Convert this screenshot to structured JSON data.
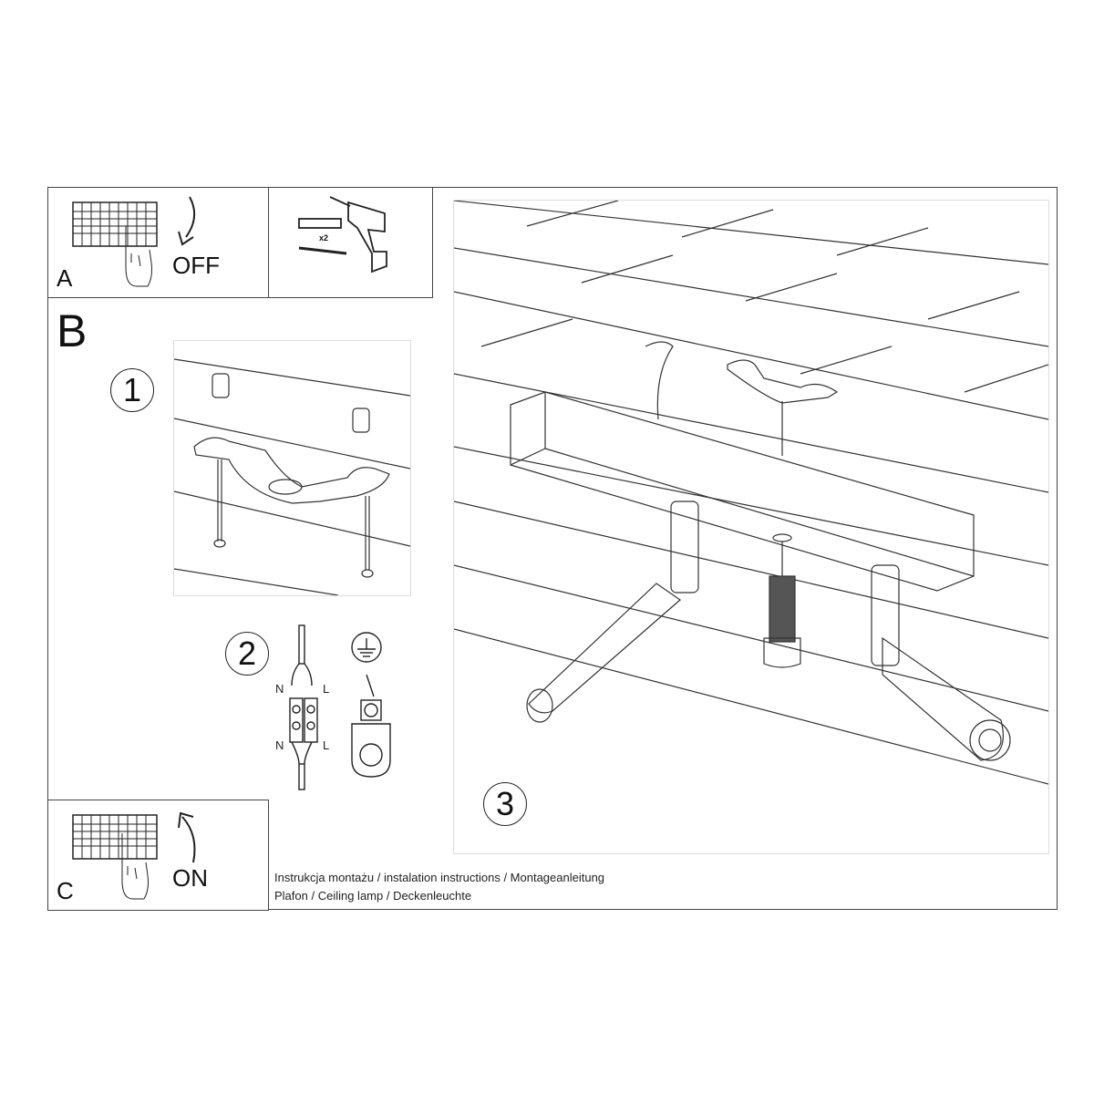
{
  "sections": {
    "a": {
      "label": "A",
      "action": "OFF",
      "hardware_count": "x2"
    },
    "b": {
      "label": "B",
      "steps": [
        "1",
        "2",
        "3"
      ],
      "wiring": {
        "neutral": "N",
        "live": "L"
      }
    },
    "c": {
      "label": "C",
      "action": "ON"
    }
  },
  "footer": {
    "line1": "Instrukcja montażu / instalation instructions / Montageanleitung",
    "line2": "Plafon / Ceiling lamp / Deckenleuchte"
  },
  "colors": {
    "line": "#444444",
    "text": "#111111",
    "background": "#ffffff"
  }
}
